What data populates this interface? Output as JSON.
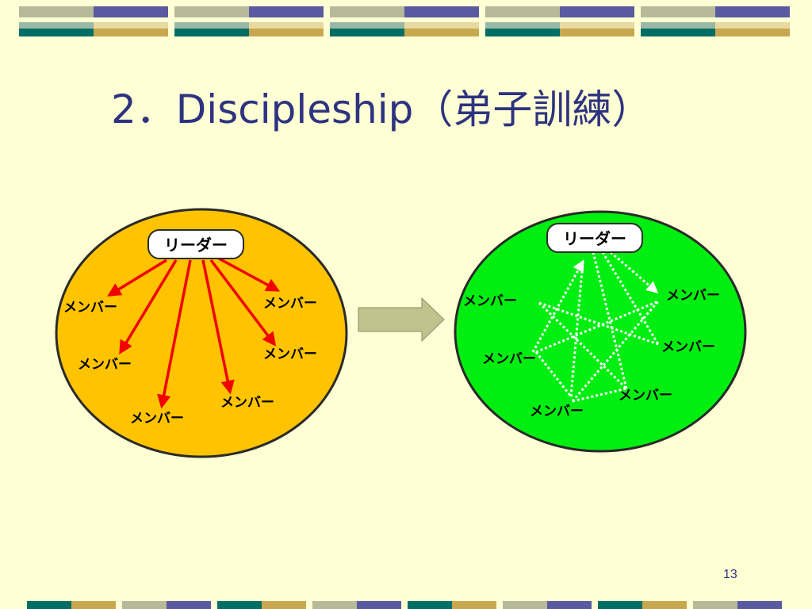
{
  "slide": {
    "title": "2．Discipleship（弟子訓練）",
    "page_number": "13"
  },
  "diagram": {
    "left_group": {
      "leader_label": "リーダー",
      "member_label": "メンバー",
      "circle_color": "#FFC300",
      "arrow_color": "#F00000",
      "member_count": 6
    },
    "right_group": {
      "leader_label": "リーダー",
      "member_label": "メンバー",
      "circle_color": "#00EE10",
      "arrow_color": "#FFFFFF",
      "member_count": 6
    },
    "transition_arrow_color": "#C2C28E"
  },
  "colors": {
    "title": "#2E3380",
    "background": "#FFFFD5",
    "band_teal": "#006E64",
    "band_gold": "#C8A84E",
    "band_navy": "#5A5AA0",
    "band_sage": "#B6B99A"
  }
}
